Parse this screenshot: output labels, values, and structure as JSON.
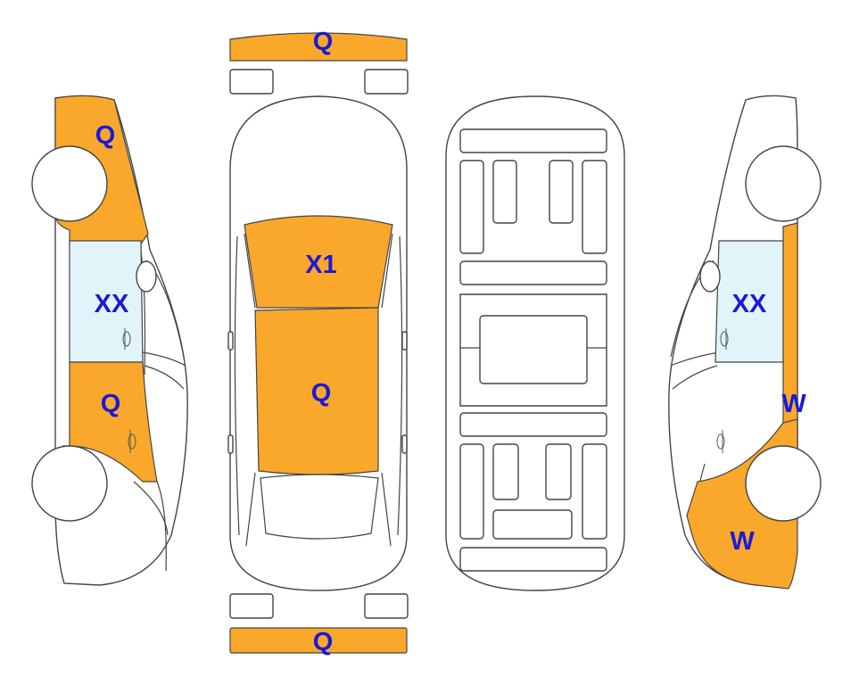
{
  "colors": {
    "damage": "#F9A82B",
    "glass": "#E1F4FA",
    "label": "#1A1AD6",
    "outline": "#444444"
  },
  "codes": {
    "front_bumper": "Q",
    "rear_bumper": "Q",
    "hood": "X1",
    "roof": "Q",
    "left_front_fender": "Q",
    "left_front_glass": "XX",
    "left_front_door": "Q",
    "right_front_glass": "XX",
    "right_rocker": "W",
    "right_rear_quarter": "W"
  }
}
